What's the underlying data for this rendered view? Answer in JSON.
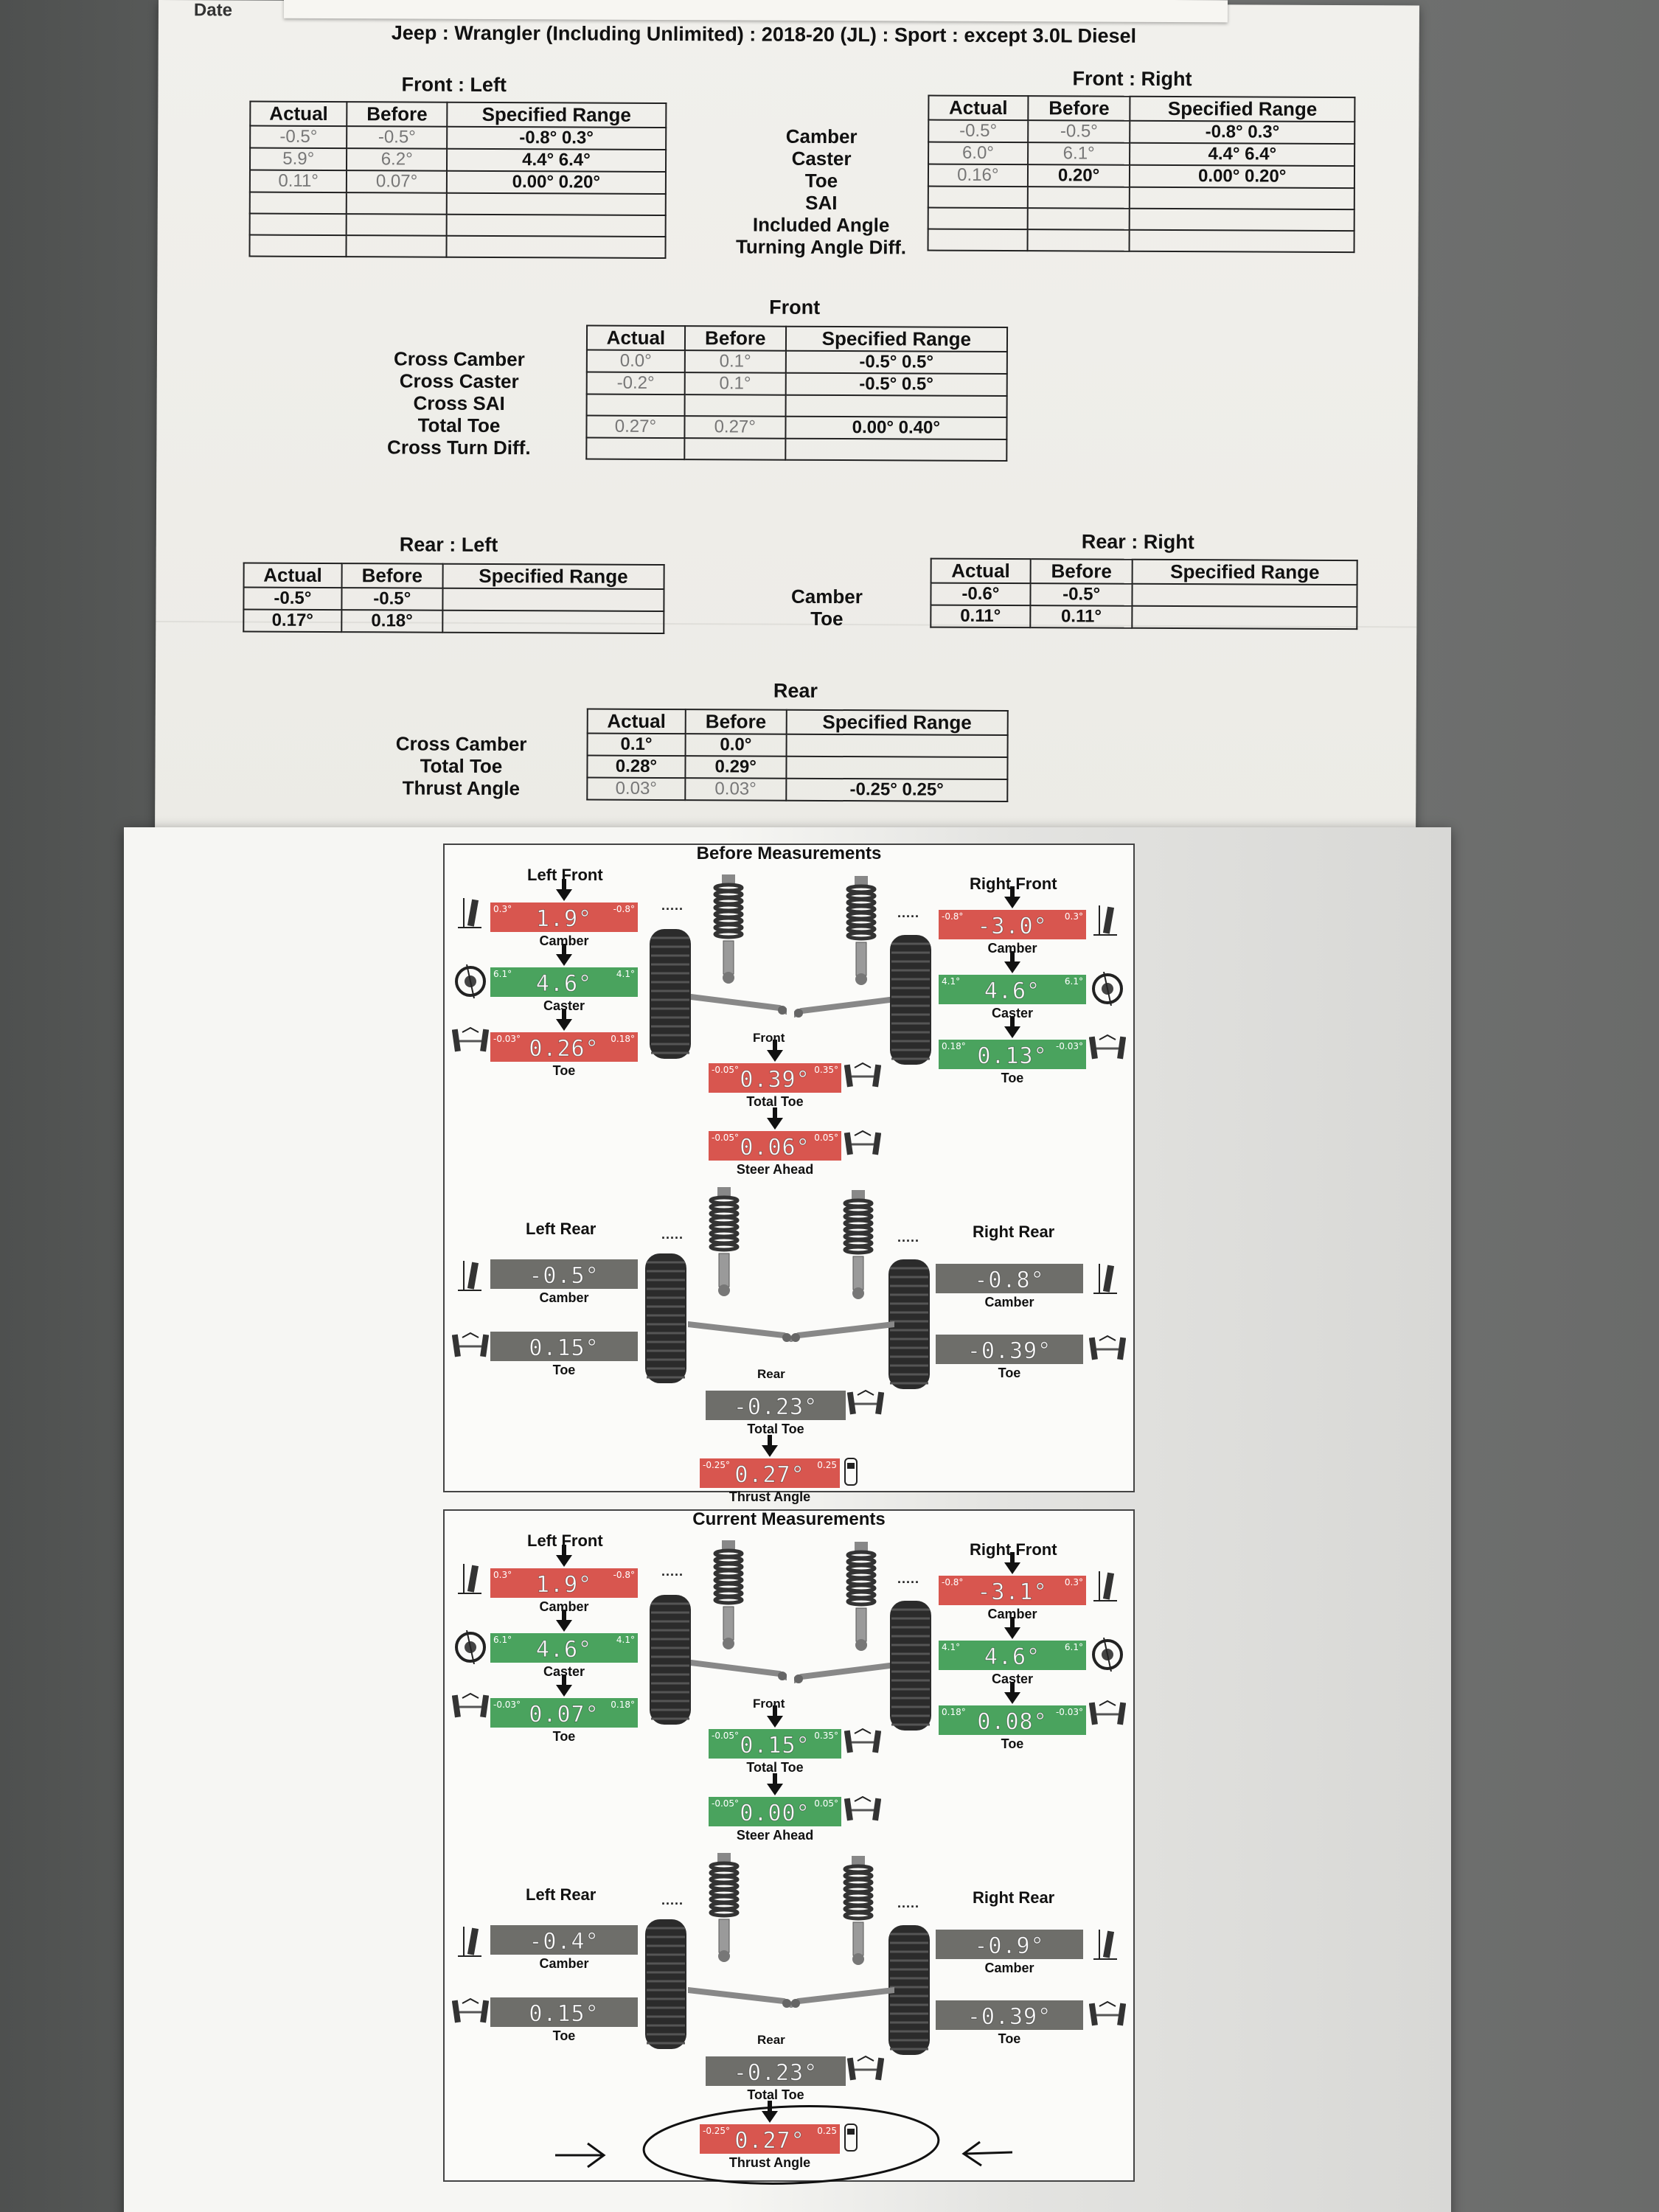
{
  "sheet1": {
    "date_label": "Date",
    "vehicle": "Jeep : Wrangler (Including Unlimited) : 2018-20 (JL) : Sport : except 3.0L Diesel",
    "col_headers": [
      "Actual",
      "Before",
      "Specified Range"
    ],
    "front_left": {
      "title": "Front : Left",
      "rows": [
        [
          "-0.5°",
          "-0.5°",
          "-0.8° 0.3°"
        ],
        [
          "5.9°",
          "6.2°",
          "4.4° 6.4°"
        ],
        [
          "0.11°",
          "0.07°",
          "0.00° 0.20°"
        ]
      ]
    },
    "front_right": {
      "title": "Front : Right",
      "rows": [
        [
          "-0.5°",
          "-0.5°",
          "-0.8° 0.3°"
        ],
        [
          "6.0°",
          "6.1°",
          "4.4° 6.4°"
        ],
        [
          "0.16°",
          "0.20°",
          "0.00° 0.20°"
        ]
      ]
    },
    "front_row_labels": [
      "Camber",
      "Caster",
      "Toe",
      "SAI",
      "Included Angle",
      "Turning Angle Diff."
    ],
    "front_cross": {
      "title": "Front",
      "labels": [
        "Cross Camber",
        "Cross Caster",
        "Cross SAI",
        "Total Toe",
        "Cross Turn Diff."
      ],
      "rows": [
        [
          "0.0°",
          "0.1°",
          "-0.5° 0.5°"
        ],
        [
          "-0.2°",
          "0.1°",
          "-0.5° 0.5°"
        ],
        [
          "",
          "",
          ""
        ],
        [
          "0.27°",
          "0.27°",
          "0.00° 0.40°"
        ]
      ]
    },
    "rear_left": {
      "title": "Rear : Left",
      "rows": [
        [
          "-0.5°",
          "-0.5°",
          ""
        ],
        [
          "0.17°",
          "0.18°",
          ""
        ]
      ]
    },
    "rear_right": {
      "title": "Rear : Right",
      "rows": [
        [
          "-0.6°",
          "-0.5°",
          ""
        ],
        [
          "0.11°",
          "0.11°",
          ""
        ]
      ]
    },
    "rear_row_labels": [
      "Camber",
      "Toe"
    ],
    "rear_cross": {
      "title": "Rear",
      "labels": [
        "Cross Camber",
        "Total Toe",
        "Thrust Angle"
      ],
      "rows": [
        [
          "0.1°",
          "0.0°",
          ""
        ],
        [
          "0.28°",
          "0.29°",
          ""
        ],
        [
          "0.03°",
          "0.03°",
          "-0.25° 0.25°"
        ]
      ]
    }
  },
  "before": {
    "title": "Before Measurements",
    "left_front": "Left Front",
    "right_front": "Right Front",
    "left_rear": "Left Rear",
    "right_rear": "Right Rear",
    "front": "Front",
    "rear": "Rear",
    "lf_camber": {
      "value": "1.9°",
      "min": "0.3°",
      "max": "-0.8°",
      "label": "Camber"
    },
    "lf_caster": {
      "value": "4.6°",
      "min": "6.1°",
      "max": "4.1°",
      "label": "Caster"
    },
    "lf_toe": {
      "value": "0.26°",
      "min": "-0.03°",
      "max": "0.18°",
      "label": "Toe"
    },
    "rf_camber": {
      "value": "-3.0°",
      "min": "-0.8°",
      "max": "0.3°",
      "label": "Camber"
    },
    "rf_caster": {
      "value": "4.6°",
      "min": "4.1°",
      "max": "6.1°",
      "label": "Caster"
    },
    "rf_toe": {
      "value": "0.13°",
      "min": "0.18°",
      "max": "-0.03°",
      "label": "Toe"
    },
    "total_toe": {
      "value": "0.39°",
      "min": "-0.05°",
      "max": "0.35°",
      "label": "Total Toe"
    },
    "steer_ahead": {
      "value": "0.06°",
      "min": "-0.05°",
      "max": "0.05°",
      "label": "Steer Ahead"
    },
    "lr_camber": {
      "value": "-0.5°",
      "label": "Camber"
    },
    "lr_toe": {
      "value": "0.15°",
      "label": "Toe"
    },
    "rr_camber": {
      "value": "-0.8°",
      "label": "Camber"
    },
    "rr_toe": {
      "value": "-0.39°",
      "label": "Toe"
    },
    "rear_total_toe": {
      "value": "-0.23°",
      "label": "Total Toe"
    },
    "thrust": {
      "value": "0.27°",
      "min": "-0.25°",
      "max": "0.25",
      "label": "Thrust Angle"
    }
  },
  "current": {
    "title": "Current Measurements",
    "left_front": "Left Front",
    "right_front": "Right Front",
    "left_rear": "Left Rear",
    "right_rear": "Right Rear",
    "front": "Front",
    "rear": "Rear",
    "lf_camber": {
      "value": "1.9°",
      "min": "0.3°",
      "max": "-0.8°",
      "label": "Camber"
    },
    "lf_caster": {
      "value": "4.6°",
      "min": "6.1°",
      "max": "4.1°",
      "label": "Caster"
    },
    "lf_toe": {
      "value": "0.07°",
      "min": "-0.03°",
      "max": "0.18°",
      "label": "Toe"
    },
    "rf_camber": {
      "value": "-3.1°",
      "min": "-0.8°",
      "max": "0.3°",
      "label": "Camber"
    },
    "rf_caster": {
      "value": "4.6°",
      "min": "4.1°",
      "max": "6.1°",
      "label": "Caster"
    },
    "rf_toe": {
      "value": "0.08°",
      "min": "0.18°",
      "max": "-0.03°",
      "label": "Toe"
    },
    "total_toe": {
      "value": "0.15°",
      "min": "-0.05°",
      "max": "0.35°",
      "label": "Total Toe"
    },
    "steer_ahead": {
      "value": "0.00°",
      "min": "-0.05°",
      "max": "0.05°",
      "label": "Steer Ahead"
    },
    "lr_camber": {
      "value": "-0.4°",
      "label": "Camber"
    },
    "lr_toe": {
      "value": "0.15°",
      "label": "Toe"
    },
    "rr_camber": {
      "value": "-0.9°",
      "label": "Camber"
    },
    "rr_toe": {
      "value": "-0.39°",
      "label": "Toe"
    },
    "rear_total_toe": {
      "value": "-0.23°",
      "label": "Total Toe"
    },
    "thrust": {
      "value": "0.27°",
      "min": "-0.25°",
      "max": "0.25",
      "label": "Thrust Angle"
    }
  },
  "colors": {
    "out_of_spec": "#d8564f",
    "in_spec": "#4aa35e",
    "no_spec": "#6e6e6a"
  }
}
